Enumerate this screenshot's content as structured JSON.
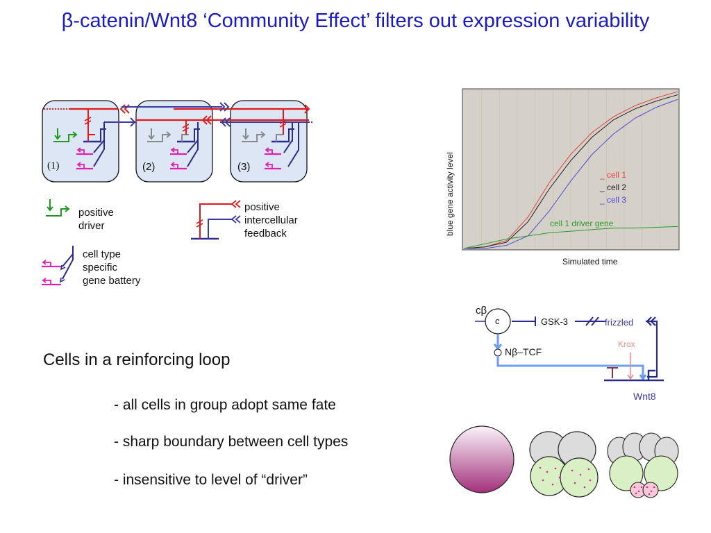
{
  "title": "β-catenin/Wnt8 ‘Community Effect’ filters out expression variability",
  "network": {
    "cells": [
      "(1)",
      "(2)",
      "(3)"
    ]
  },
  "legend": {
    "driver": "positive\ndriver",
    "feedback": "positive\nintercellular\nfeedback",
    "battery": "cell type\nspecific\ngene battery"
  },
  "plot": {
    "ylabel": "blue gene activity level",
    "xlabel": "Simulated time",
    "legend_items": [
      "_ cell 1",
      "_ cell 2",
      "_ cell 3"
    ],
    "driver_label": "cell 1 driver gene",
    "background": "#d6d1c8"
  },
  "chart_data": {
    "type": "line",
    "xlabel": "Simulated time",
    "ylabel": "blue gene activity level",
    "series": [
      {
        "name": "cell 1",
        "color": "#e04040",
        "values": [
          0.0,
          0.01,
          0.05,
          0.2,
          0.42,
          0.6,
          0.74,
          0.84,
          0.91,
          0.96,
          1.0
        ]
      },
      {
        "name": "cell 2",
        "color": "#222222",
        "values": [
          0.0,
          0.01,
          0.04,
          0.17,
          0.38,
          0.56,
          0.71,
          0.82,
          0.89,
          0.94,
          0.98
        ]
      },
      {
        "name": "cell 3",
        "color": "#4a4ad8",
        "values": [
          0.0,
          0.0,
          0.02,
          0.08,
          0.24,
          0.43,
          0.6,
          0.73,
          0.83,
          0.9,
          0.95
        ]
      },
      {
        "name": "cell 1 driver gene",
        "color": "#2a9a2a",
        "values": [
          0.0,
          0.03,
          0.06,
          0.08,
          0.1,
          0.11,
          0.12,
          0.13,
          0.13,
          0.135,
          0.14
        ]
      }
    ]
  },
  "pathway": {
    "cbeta": "cβ",
    "c": "c",
    "gsk3": "GSK-3",
    "frizzled": "frizzled",
    "krox": "Krox",
    "nbeta_tcf": "Nβ–TCF",
    "wnt8": "Wnt8"
  },
  "text": {
    "heading": "Cells in a reinforcing loop",
    "bullets": [
      "- all cells in group adopt same fate",
      "- sharp boundary between cell types",
      "- insensitive to level of “driver”"
    ]
  },
  "colors": {
    "title": "#1a1ac4",
    "red": "#e01a1a",
    "navy": "#2a2a8c",
    "green": "#1f9a1f",
    "magenta": "#e020b0",
    "cell_fill": "#dde6f4",
    "embryo_green": "#d9f0c4",
    "embryo_grey": "#dcdcdc"
  }
}
